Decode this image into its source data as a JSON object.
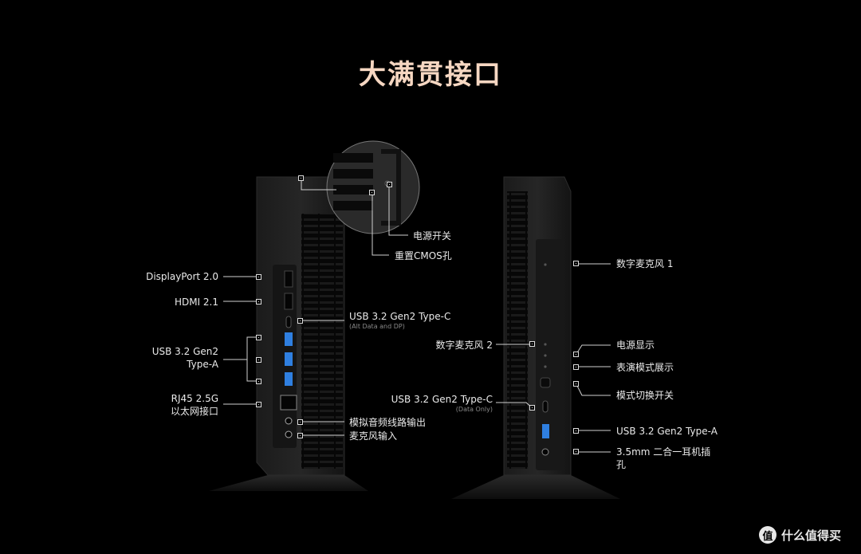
{
  "title": "大满贯接口",
  "labels": {
    "power_switch": "电源开关",
    "cmos_reset": "重置CMOS孔",
    "displayport": "DisplayPort 2.0",
    "hdmi": "HDMI 2.1",
    "usb_c_alt": "USB 3.2 Gen2 Type-C",
    "usb_c_alt_note": "(Alt Data and DP)",
    "usb_a_left_line1": "USB 3.2 Gen2",
    "usb_a_left_line2": "Type-A",
    "rj45_line1": "RJ45 2.5G",
    "rj45_line2": "以太网接口",
    "line_out": "模拟音频线路输出",
    "mic_in": "麦克风输入",
    "digital_mic_1": "数字麦克风 1",
    "digital_mic_2": "数字麦克风 2",
    "power_indicator": "电源显示",
    "performance_mode": "表演模式展示",
    "mode_switch": "模式切换开关",
    "usb_c_data": "USB 3.2 Gen2 Type-C",
    "usb_c_data_note": "(Data Only)",
    "usb_a_right": "USB 3.2 Gen2 Type-A",
    "jack_line1": "3.5mm 二合一耳机插",
    "jack_line2": "孔"
  },
  "watermark": {
    "logo": "值",
    "text": "什么值得买"
  },
  "colors": {
    "title": "#f6d7c2",
    "usb_blue": "#2f7fe0",
    "background": "#000000"
  }
}
